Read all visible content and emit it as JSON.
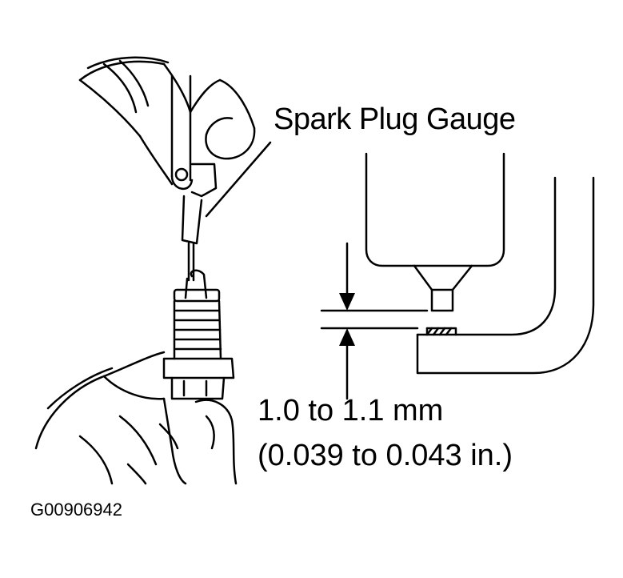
{
  "labels": {
    "gauge": "Spark Plug Gauge",
    "gap_mm": "1.0 to 1.1 mm",
    "gap_in": "(0.039 to 0.043 in.)",
    "figure_id": "G00906942"
  },
  "colors": {
    "ink": "#000000",
    "paper": "#ffffff"
  }
}
